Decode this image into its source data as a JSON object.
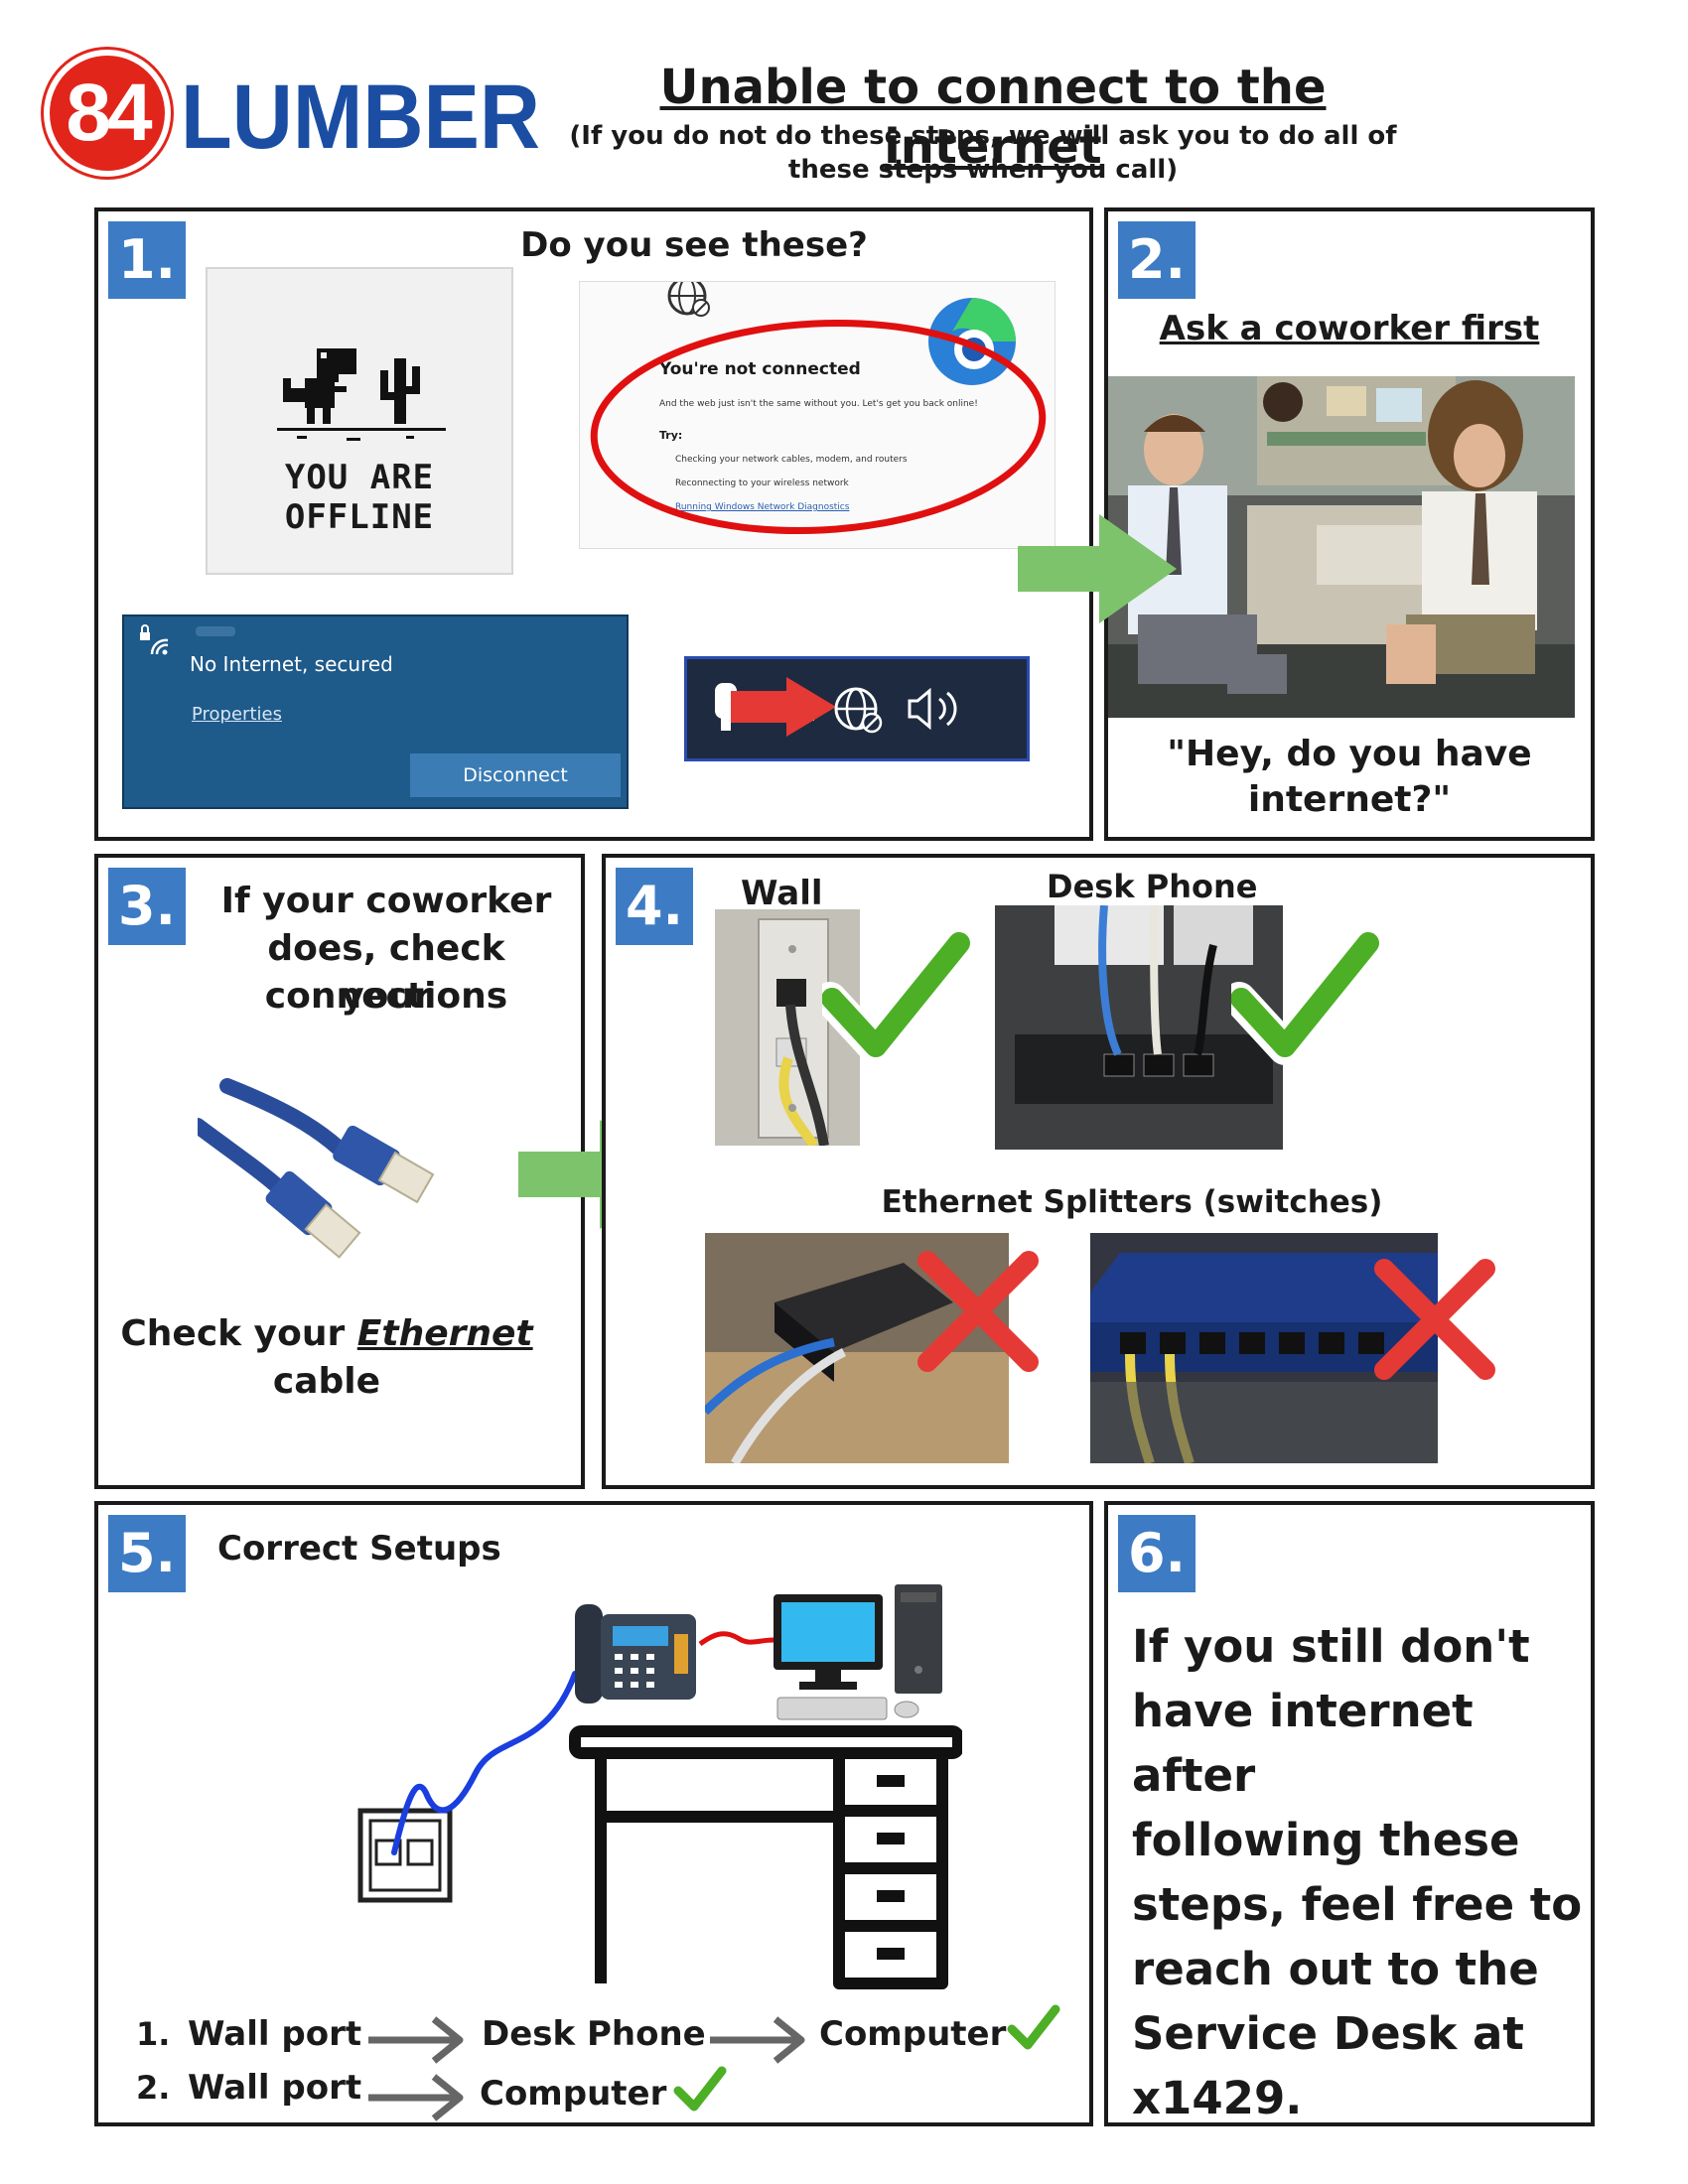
{
  "header": {
    "logo_number": "84",
    "logo_word": "LUMBER",
    "title": "Unable to connect to the internet",
    "subtitle_line1": "(If you do not do these steps, we will ask you to do all of",
    "subtitle_line2": "these steps when you call)"
  },
  "step1": {
    "number": "1.",
    "heading": "Do you see these?",
    "offline_text": "YOU ARE OFFLINE",
    "edge_title": "You're not connected",
    "edge_body": "And the web just isn't the same without you. Let's get you back online!",
    "edge_try": "Try:",
    "edge_tips": [
      "Checking your network cables, modem, and routers",
      "Reconnecting to your wireless network",
      "Running Windows Network Diagnostics"
    ],
    "wifi_status": "No Internet, secured",
    "wifi_properties": "Properties",
    "wifi_disconnect": "Disconnect"
  },
  "step2": {
    "number": "2.",
    "heading": "Ask a coworker first",
    "quote_line1": "\"Hey, do you have",
    "quote_line2": "internet?\""
  },
  "step3": {
    "number": "3.",
    "line1": "If your coworker",
    "line2": "does, check your",
    "line3": "connections",
    "check_prefix": "Check your ",
    "check_emph": "Ethernet ",
    "check_suffix": "cable"
  },
  "step4": {
    "number": "4.",
    "wall_label": "Wall",
    "phone_label": "Desk Phone",
    "splitters_label": "Ethernet Splitters (switches)"
  },
  "step5": {
    "number": "5.",
    "heading": "Correct Setups",
    "setup1_index": "1.",
    "setup1_a": "Wall port",
    "setup1_b": "Desk Phone",
    "setup1_c": "Computer",
    "setup2_index": "2.",
    "setup2_a": "Wall port",
    "setup2_b": "Computer"
  },
  "step6": {
    "number": "6.",
    "lines": [
      "If you still don't",
      "have internet after",
      "following these",
      "steps, feel free to",
      "reach out to the",
      "Service Desk at",
      "x1429."
    ]
  },
  "colors": {
    "badge_blue": "#3d7cc4",
    "logo_red": "#e1251b",
    "logo_blue": "#1b4ea3",
    "check_green": "#4caf25",
    "cross_red": "#e53935",
    "arrow_green": "#7dc36b"
  }
}
